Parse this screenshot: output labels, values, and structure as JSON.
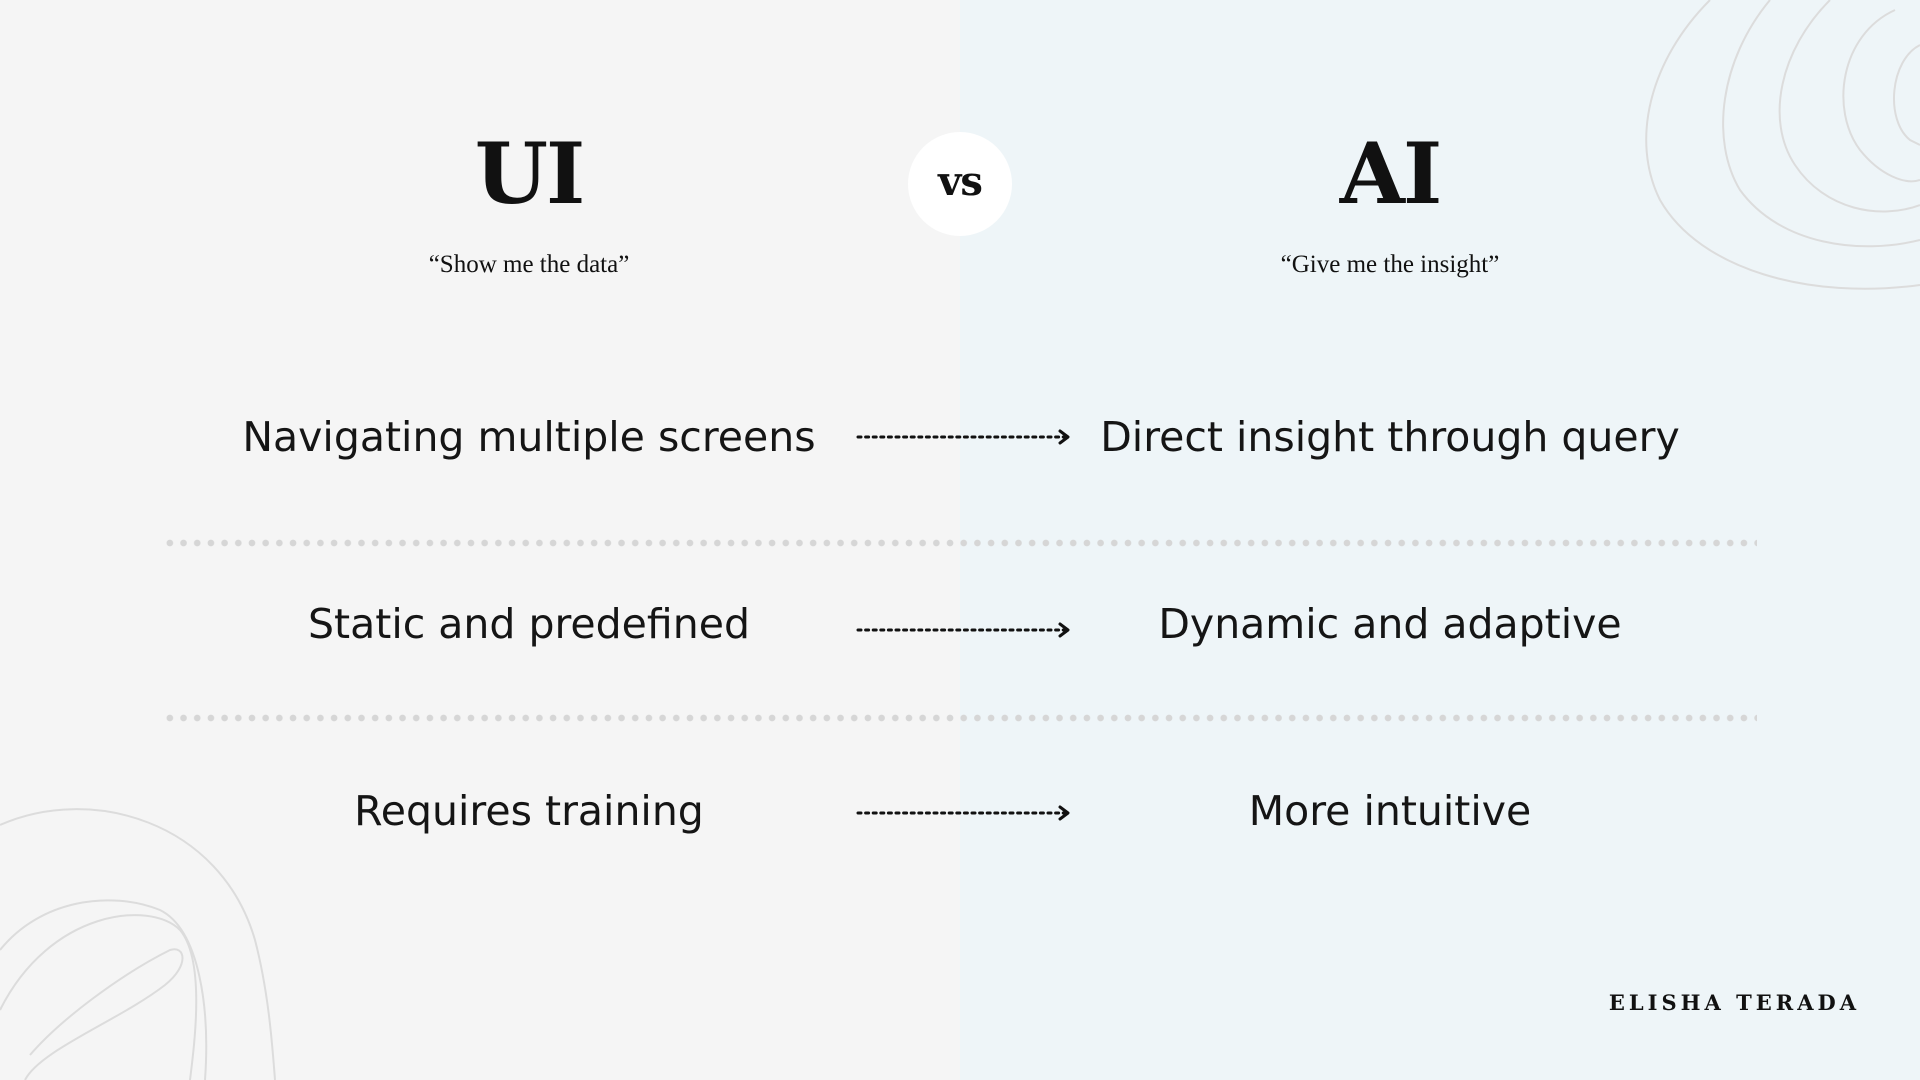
{
  "colors": {
    "background_left": "#f5f5f5",
    "background_right": "#eef5f8",
    "text": "#111111",
    "divider_dots": "#d6d6d6",
    "vs_circle": "#ffffff",
    "decoration_lines": "#dcdcdc"
  },
  "header": {
    "left_title": "UI",
    "left_subtitle": "“Show me the data”",
    "vs_label": "vs",
    "right_title": "AI",
    "right_subtitle": "“Give me the insight”"
  },
  "rows": [
    {
      "left": "Navigating multiple screens",
      "right": "Direct insight through query"
    },
    {
      "left": "Static and predefined",
      "right": "Dynamic and adaptive"
    },
    {
      "left": "Requires training",
      "right": "More intuitive"
    }
  ],
  "icons": {
    "arrow": "dotted-arrow-right-icon",
    "decoration": "topographic-lines"
  },
  "footer": {
    "author": "ELISHA TERADA"
  }
}
